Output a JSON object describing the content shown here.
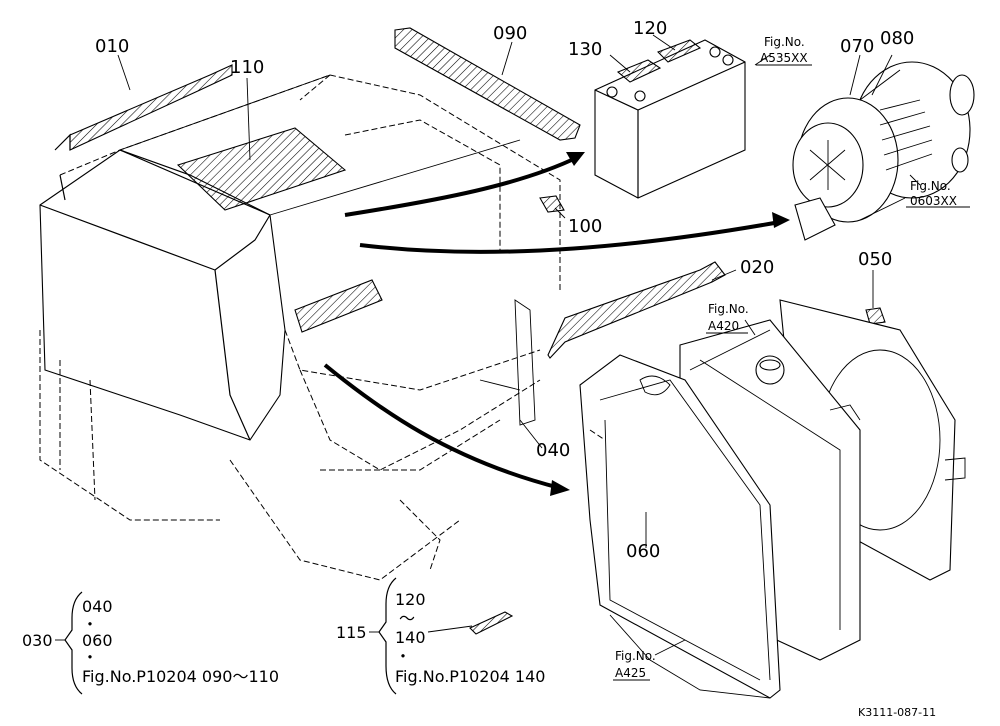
{
  "labels": {
    "p010": "010",
    "p020": "020",
    "p040": "040",
    "p050": "050",
    "p060": "060",
    "p070": "070",
    "p080": "080",
    "p090": "090",
    "p100": "100",
    "p110": "110",
    "p120": "120",
    "p130": "130"
  },
  "figure_refs": {
    "battery": {
      "line1": "Fig.No.",
      "line2": "A535XX"
    },
    "air_cleaner": {
      "line1": "Fig.No.",
      "line2": "0603XX"
    },
    "radiator": {
      "line1": "Fig.No.",
      "line2": "A420"
    },
    "frame": {
      "line1": "Fig.No.",
      "line2": "A425"
    }
  },
  "legend_left": {
    "group": "030",
    "item1": "040",
    "dot": "・",
    "item2": "060",
    "ref": "Fig.No.P10204  090～110"
  },
  "legend_right": {
    "group": "115",
    "item1": "120",
    "tilde": "～",
    "item2": "140",
    "dot": "・",
    "ref": "Fig.No.P10204  140"
  },
  "drawing_code": "K3111-087-11"
}
